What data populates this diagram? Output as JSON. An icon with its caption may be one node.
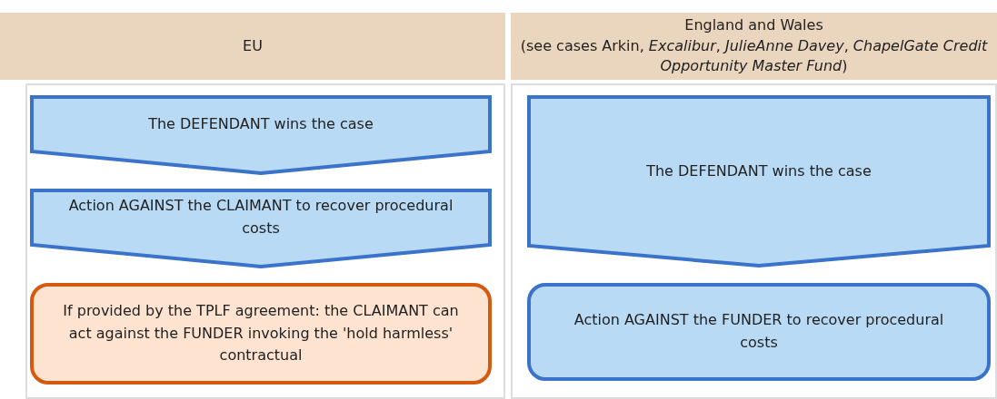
{
  "diagram": {
    "nodes": [
      {
        "text": [
          "EU"
        ]
      },
      {
        "text": [
          "England and Wales",
          "(see cases Arkin, *Excalibur*, *JulieAnne Davey*, *ChapelGate Credit Opportunity Master Fund*)"
        ]
      },
      {
        "text": [
          "The DEFENDANT wins the case"
        ]
      },
      {
        "text": [
          "Action AGAINST the CLAIMANT to recover procedural costs"
        ]
      },
      {
        "text": [
          "If provided by the TPLF agreement: the CLAIMANT can act against the FUNDER invoking the 'hold harmless' contractual"
        ]
      },
      {
        "text": [
          "The DEFENDANT wins the case"
        ]
      },
      {
        "text": [
          "Action AGAINST the FUNDER to recover procedural costs"
        ]
      }
    ]
  }
}
